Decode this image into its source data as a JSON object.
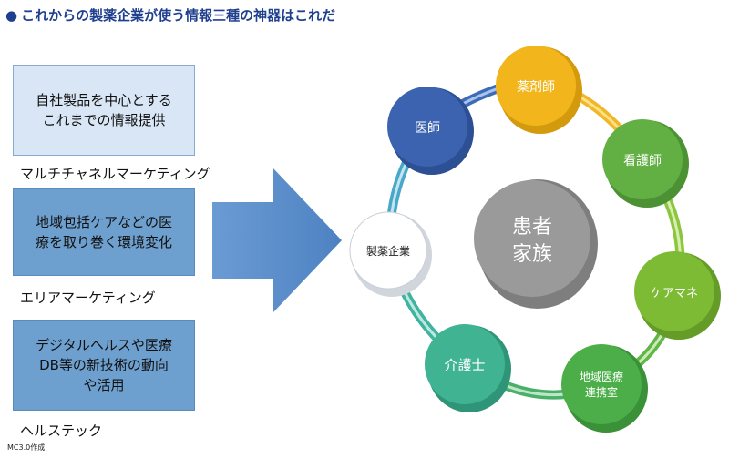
{
  "title": "これからの製薬企業が使う情報三種の神器はこれだ",
  "title_bullet": "●",
  "left_items": [
    {
      "box_text": [
        "自社製品を中心とする",
        "これまでの情報提供"
      ],
      "label": "マルチチャネルマーケティング"
    },
    {
      "box_text": [
        "地域包括ケアなどの医",
        "療を取り巻く環境変化"
      ],
      "label": "エリアマーケティング"
    },
    {
      "box_text": [
        "デジタルヘルスや医療",
        "DB等の新技術の動向",
        "や活用"
      ],
      "label": "ヘルステック"
    }
  ],
  "center_node": {
    "lines": [
      "患者",
      "家族"
    ]
  },
  "ring_nodes": [
    {
      "lines": [
        "医師"
      ]
    },
    {
      "lines": [
        "薬剤師"
      ]
    },
    {
      "lines": [
        "看護師"
      ]
    },
    {
      "lines": [
        "ケアマネ"
      ]
    },
    {
      "lines": [
        "地域医療",
        "連携室"
      ]
    },
    {
      "lines": [
        "介護士"
      ]
    },
    {
      "lines": [
        "製薬企業"
      ]
    }
  ],
  "credit": "MC3.0作成",
  "colors": {
    "title": "#1f3f8f",
    "box_light": "#d9e6f5",
    "box_dark": "#6ea0cf",
    "arrow": "#5b8fc9",
    "center": "#9a9a9a",
    "doctor": "#3c63b0",
    "pharmacist": "#f2b61c",
    "nurse": "#62b043",
    "care_manager": "#7dbb34",
    "regional": "#4cae49",
    "caregiver": "#3fb392",
    "pharma": "#ffffff"
  }
}
